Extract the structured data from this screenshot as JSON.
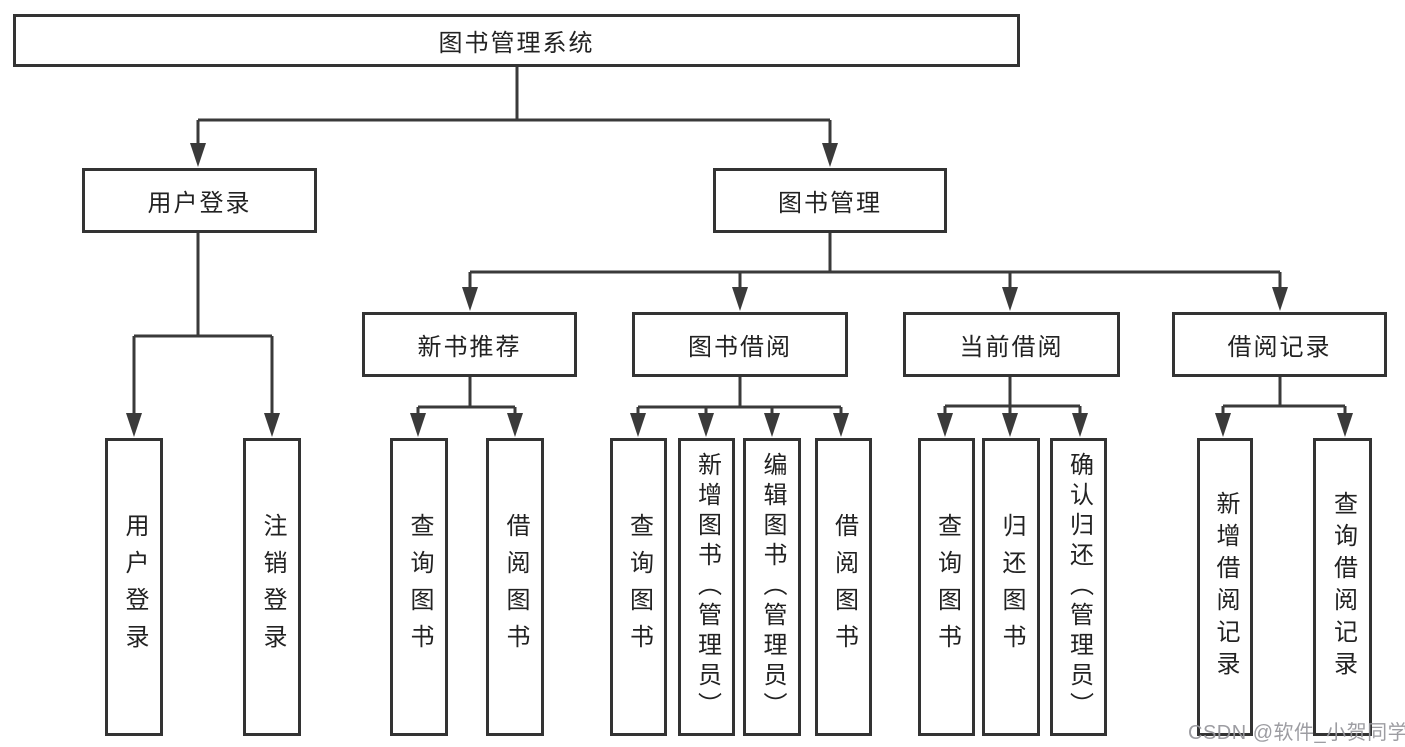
{
  "diagram": {
    "root": {
      "label": "图书管理系统"
    },
    "branches": [
      {
        "label": "用户登录",
        "children": [
          {
            "label": "用户登录"
          },
          {
            "label": "注销登录"
          }
        ]
      },
      {
        "label": "图书管理",
        "children": [
          {
            "label": "新书推荐",
            "children": [
              {
                "label": "查询图书"
              },
              {
                "label": "借阅图书"
              }
            ]
          },
          {
            "label": "图书借阅",
            "children": [
              {
                "label": "查询图书"
              },
              {
                "label": "新增图书（管理员）"
              },
              {
                "label": "编辑图书（管理员）"
              },
              {
                "label": "借阅图书"
              }
            ]
          },
          {
            "label": "当前借阅",
            "children": [
              {
                "label": "查询图书"
              },
              {
                "label": "归还图书"
              },
              {
                "label": "确认归还（管理员）"
              }
            ]
          },
          {
            "label": "借阅记录",
            "children": [
              {
                "label": "新增借阅记录"
              },
              {
                "label": "查询借阅记录"
              }
            ]
          }
        ]
      }
    ]
  },
  "watermark": {
    "text": "CSDN @软件_小贺同学"
  },
  "colors": {
    "line": "#3a3a3a",
    "box_border": "#333333",
    "text": "#222222",
    "watermark": "#98989d",
    "background": "#ffffff"
  }
}
